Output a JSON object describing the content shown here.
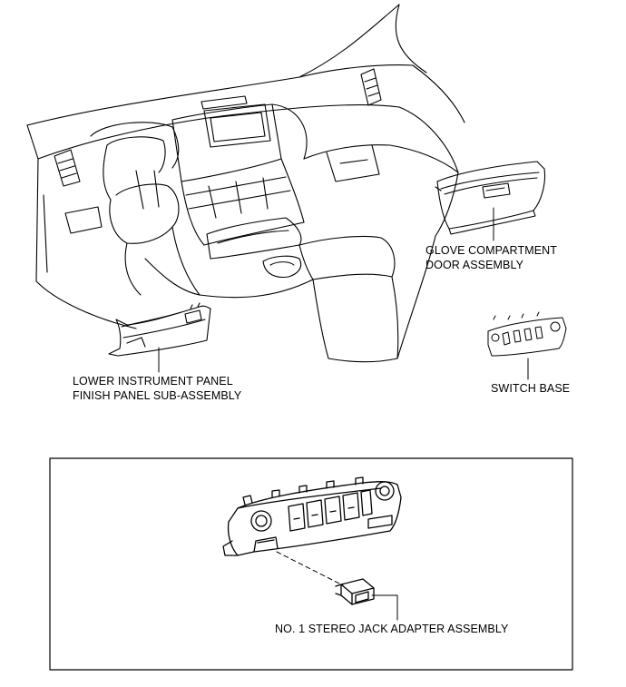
{
  "labels": {
    "glove_box": [
      "GLOVE COMPARTMENT",
      "DOOR ASSEMBLY"
    ],
    "lower_panel": [
      "LOWER INSTRUMENT PANEL",
      "FINISH PANEL SUB-ASSEMBLY"
    ],
    "switch_base": "SWITCH BASE",
    "stereo_jack": "NO. 1 STEREO JACK ADAPTER ASSEMBLY"
  },
  "colors": {
    "line": "#000000",
    "background": "#ffffff"
  }
}
